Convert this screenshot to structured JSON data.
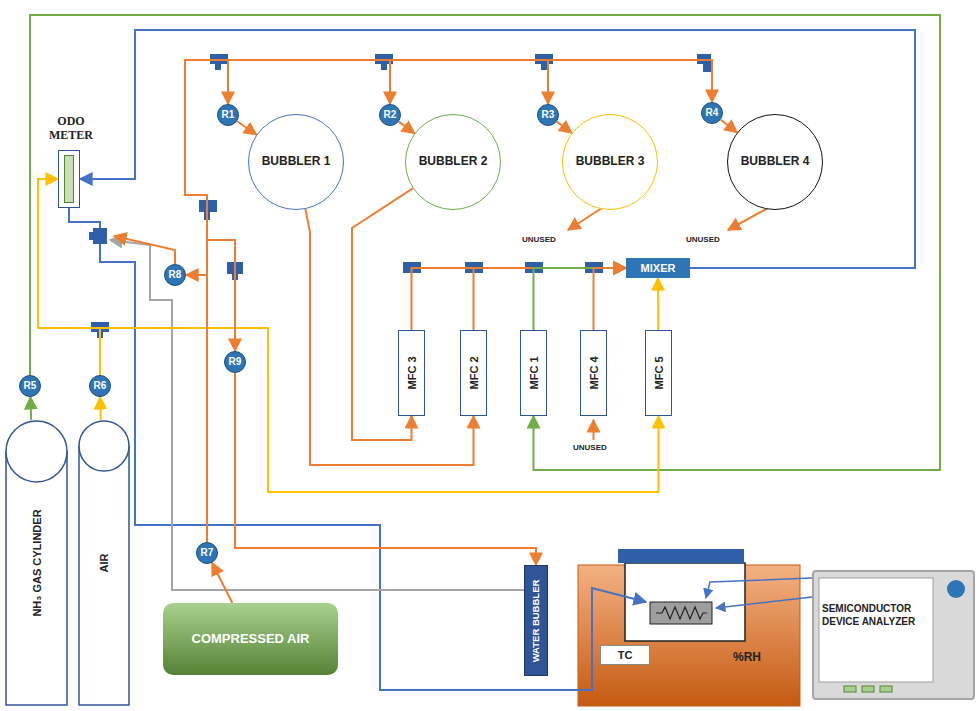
{
  "diagram": {
    "nodes": [
      {
        "text": [
          "ODO METER"
        ]
      },
      {
        "text": [
          "R1"
        ]
      },
      {
        "text": [
          "BUBBLER 1"
        ]
      },
      {
        "text": [
          "R2"
        ]
      },
      {
        "text": [
          "BUBBLER 2"
        ]
      },
      {
        "text": [
          "R3"
        ]
      },
      {
        "text": [
          "BUBBLER 3"
        ]
      },
      {
        "text": [
          "R4"
        ]
      },
      {
        "text": [
          "BUBBLER 4"
        ]
      },
      {
        "text": [
          "R8"
        ]
      },
      {
        "text": [
          "MIXER"
        ]
      },
      {
        "text": [
          "R9"
        ]
      },
      {
        "text": [
          "MFC 3"
        ]
      },
      {
        "text": [
          "MFC 2"
        ]
      },
      {
        "text": [
          "MFC 1"
        ]
      },
      {
        "text": [
          "MFC 4"
        ]
      },
      {
        "text": [
          "MFC 5"
        ]
      },
      {
        "text": [
          "R5"
        ]
      },
      {
        "text": [
          "R6"
        ]
      },
      {
        "text": [
          "NH₃ GAS CYLINDER"
        ]
      },
      {
        "text": [
          "AIR"
        ]
      },
      {
        "text": [
          "R7"
        ]
      },
      {
        "text": [
          "COMPRESSED AIR"
        ]
      },
      {
        "text": [
          "WATER BUBBLER"
        ]
      },
      {
        "text": [
          "TC"
        ]
      },
      {
        "text": [
          "SEMICONDUCTOR DEVICE ANALYZER"
        ]
      }
    ],
    "edges": [
      {
        "from": 22,
        "to": 21,
        "arrow": "to"
      },
      {
        "from": 21,
        "to": 1,
        "arrow": "to"
      },
      {
        "from": 21,
        "to": 3,
        "arrow": "to"
      },
      {
        "from": 21,
        "to": 5,
        "arrow": "to"
      },
      {
        "from": 21,
        "to": 7,
        "arrow": "to"
      },
      {
        "from": 1,
        "to": 2,
        "arrow": "to"
      },
      {
        "from": 3,
        "to": 4,
        "arrow": "to"
      },
      {
        "from": 5,
        "to": 6,
        "arrow": "to"
      },
      {
        "from": 7,
        "to": 8,
        "arrow": "to"
      },
      {
        "from": 2,
        "to": 13,
        "arrow": "to"
      },
      {
        "from": 4,
        "to": 12,
        "arrow": "to"
      },
      {
        "from": 12,
        "to": 10,
        "arrow": "to"
      },
      {
        "from": 13,
        "to": 10,
        "arrow": "to"
      },
      {
        "from": 14,
        "to": 10,
        "arrow": "to"
      },
      {
        "from": 15,
        "to": 10,
        "arrow": "to"
      },
      {
        "from": 16,
        "to": 10,
        "arrow": "to"
      },
      {
        "from": 19,
        "to": 17,
        "arrow": "to"
      },
      {
        "from": 17,
        "to": 14,
        "arrow": "to"
      },
      {
        "from": 20,
        "to": 18,
        "arrow": "to"
      },
      {
        "from": 18,
        "to": 0,
        "arrow": "to"
      },
      {
        "from": 18,
        "to": 16,
        "arrow": "to"
      },
      {
        "from": 10,
        "to": 0,
        "arrow": "to"
      },
      {
        "from": 21,
        "to": 9,
        "arrow": "to"
      },
      {
        "from": 21,
        "to": 11,
        "arrow": "to"
      },
      {
        "from": 11,
        "to": 23,
        "arrow": "to"
      }
    ],
    "labels": [
      "UNUSED",
      "UNUSED",
      "UNUSED",
      "%RH"
    ]
  }
}
